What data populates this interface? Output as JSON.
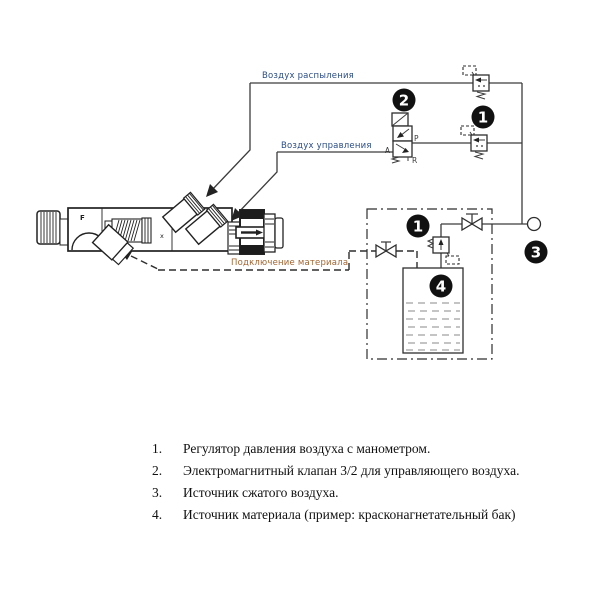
{
  "labels": {
    "atomizing_air": "Воздух распыления",
    "control_air": "Воздух управления",
    "material_connection": "Подключение материала"
  },
  "ports": {
    "a": "A",
    "p": "P",
    "r": "R"
  },
  "gun": {
    "f": "F",
    "x": "x"
  },
  "markers": {
    "regulator": "1",
    "solenoid_valve": "2",
    "air_source": "3",
    "material_source": "4"
  },
  "legend": {
    "items": [
      {
        "num": "1.",
        "text": "Регулятор давления воздуха с манометром."
      },
      {
        "num": "2.",
        "text": "Электромагнитный клапан 3/2 для управляющего воздуха."
      },
      {
        "num": "3.",
        "text": "Источник сжатого воздуха."
      },
      {
        "num": "4.",
        "text": "Источник материала (пример: красконагнетательный бак)"
      }
    ]
  },
  "colors": {
    "line": "#3c3c3c",
    "label_blue": "#2b4d87",
    "label_brown": "#a4642e",
    "marker_bg": "#111111",
    "marker_fg": "#ffffff"
  }
}
